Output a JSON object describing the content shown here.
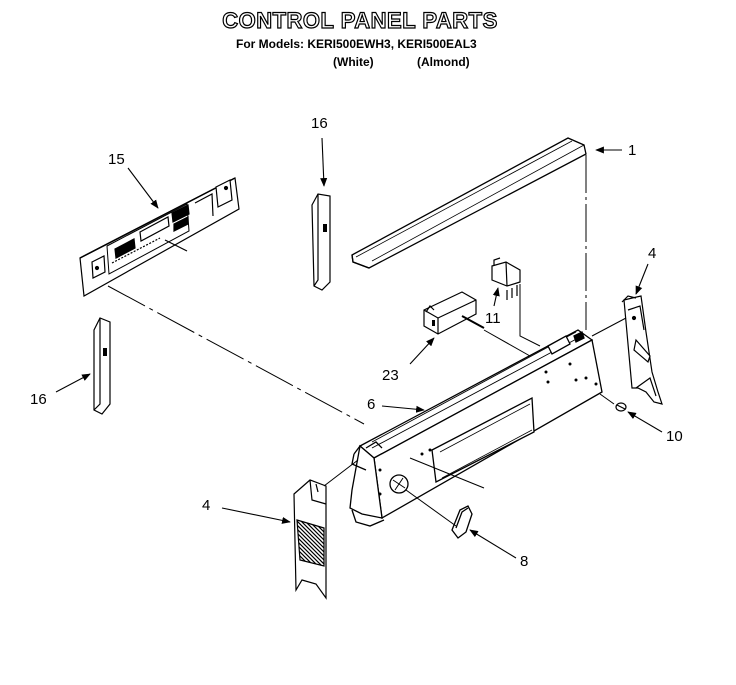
{
  "header": {
    "title": "CONTROL PANEL PARTS",
    "models_line": "For Models: KERI500EWH3, KERI500EAL3",
    "variant_white": "(White)",
    "variant_almond": "(Almond)"
  },
  "callouts": {
    "c1": "1",
    "c4_right": "4",
    "c4_left": "4",
    "c6": "6",
    "c8": "8",
    "c10": "10",
    "c11": "11",
    "c15": "15",
    "c16_top": "16",
    "c16_left": "16",
    "c23": "23"
  }
}
